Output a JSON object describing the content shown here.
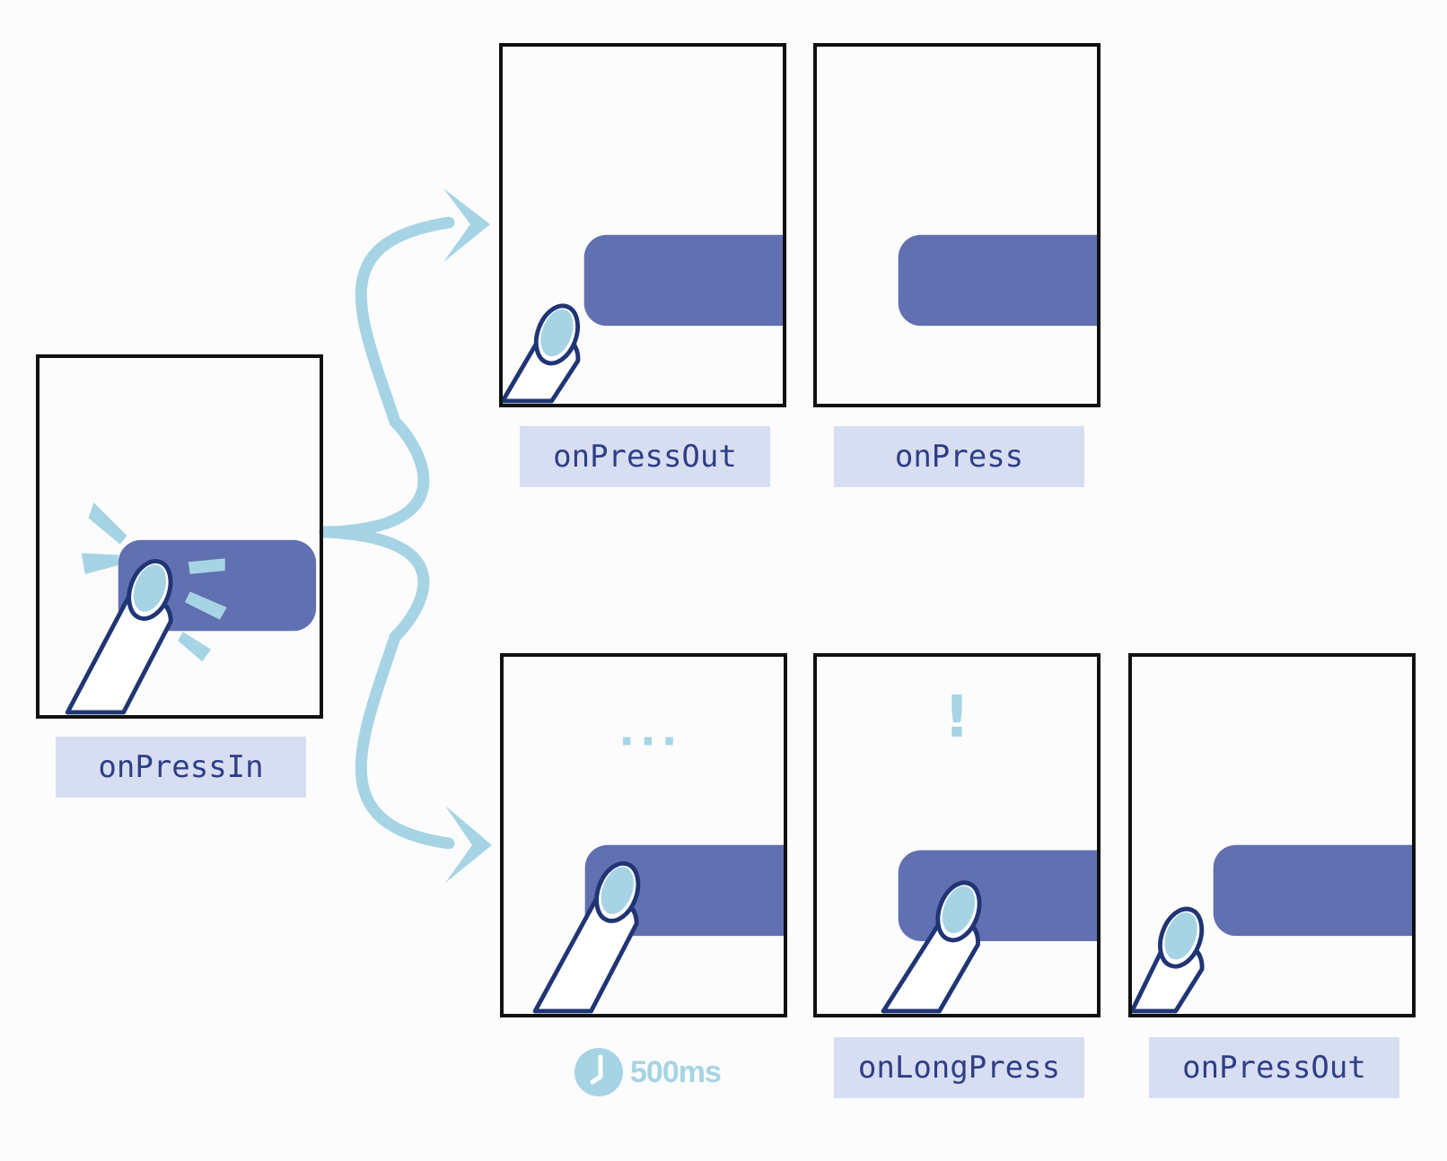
{
  "labels": {
    "press_in": "onPressIn",
    "press_out_top": "onPressOut",
    "press": "onPress",
    "long_press": "onLongPress",
    "press_out_bottom": "onPressOut"
  },
  "indicators": {
    "waiting": "...",
    "alert": "!",
    "timer": "500ms"
  },
  "icons": {
    "finger": "finger-icon",
    "clock": "clock-icon",
    "arrow": "flow-arrow"
  },
  "colors": {
    "button": "#6170b0",
    "finger_nail": "#a6d4e4",
    "outline": "#203575",
    "arrow": "#a6d4e4",
    "label_bg": "#d8def2",
    "label_text": "#2e3f86"
  }
}
